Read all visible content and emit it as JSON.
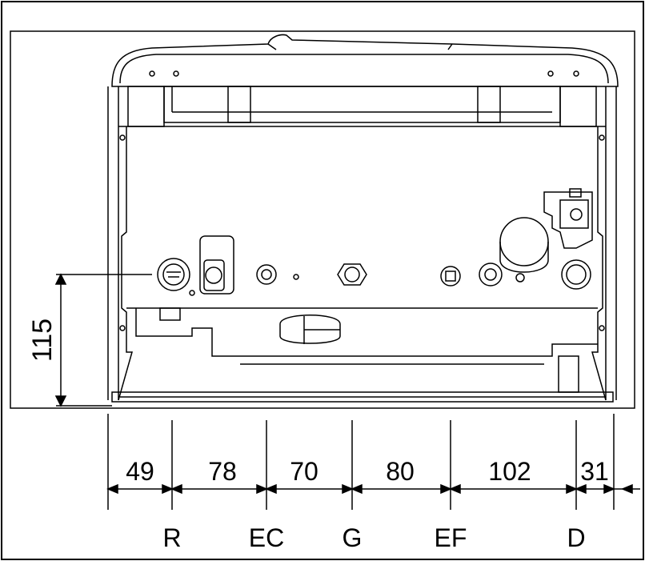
{
  "dimensions": {
    "height_label": "115",
    "segments": [
      "49",
      "78",
      "70",
      "80",
      "102",
      "31"
    ]
  },
  "connections": [
    "R",
    "EC",
    "G",
    "EF",
    "D"
  ]
}
